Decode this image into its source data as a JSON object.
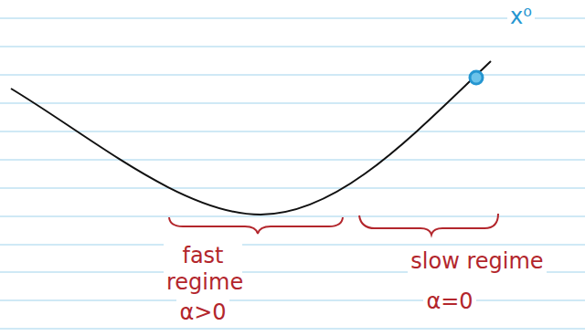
{
  "diagram": {
    "labels": [
      "x⁰",
      "fast regime",
      "α>0",
      "slow regime",
      "α=0"
    ]
  }
}
